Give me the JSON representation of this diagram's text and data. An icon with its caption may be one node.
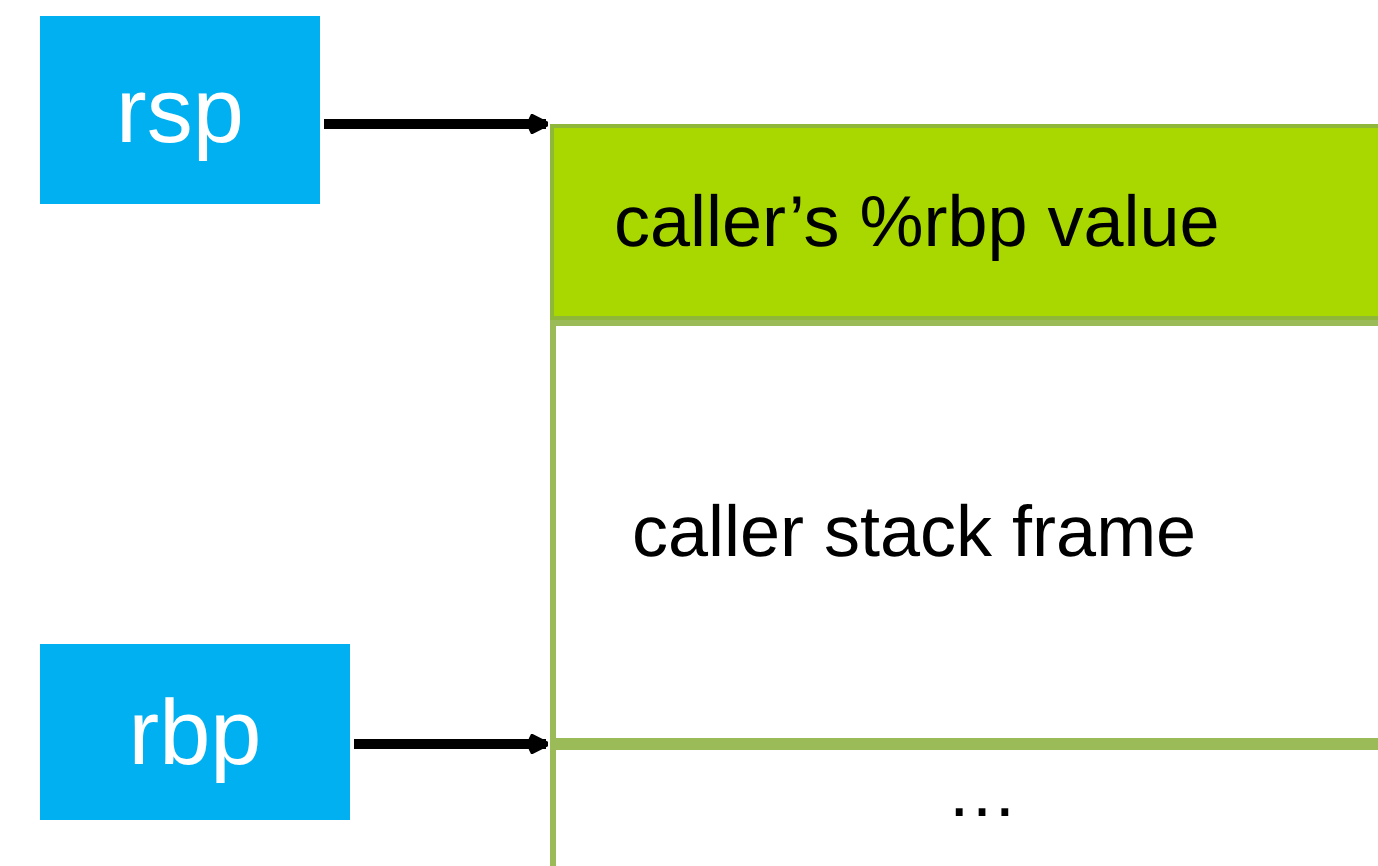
{
  "diagram": {
    "nodes": [
      {
        "text": [
          "rsp"
        ]
      },
      {
        "text": [
          "rbp"
        ]
      },
      {
        "text": [
          "caller’s %rbp value"
        ]
      },
      {
        "text": [
          "caller stack frame"
        ]
      },
      {
        "text": [
          "…"
        ]
      }
    ],
    "edges": [
      {
        "from": 0,
        "to": 2,
        "arrow": "to"
      },
      {
        "from": 1,
        "to": 4,
        "arrow": "to"
      }
    ]
  }
}
